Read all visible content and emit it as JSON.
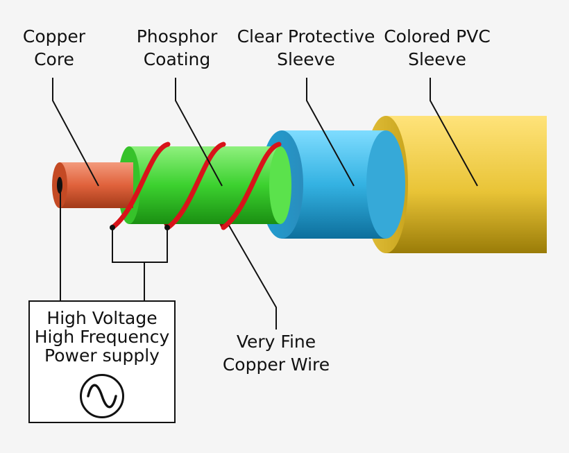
{
  "labels": {
    "copper_core": [
      "Copper",
      "Core"
    ],
    "phosphor_coating": [
      "Phosphor",
      "Coating"
    ],
    "clear_sleeve": [
      "Clear Protective",
      "Sleeve"
    ],
    "pvc_sleeve": [
      "Colored PVC",
      "Sleeve"
    ],
    "copper_wire": [
      "Very Fine",
      "Copper Wire"
    ]
  },
  "power_supply": {
    "lines": [
      "High Voltage",
      "High Frequency",
      "Power supply"
    ],
    "icon": "ac-sine-icon"
  },
  "colors": {
    "pvc": "#f2cf3a",
    "clear_sleeve": "#39b7e6",
    "phosphor": "#47d83a",
    "copper": "#e0623c",
    "wire": "#d8131a"
  }
}
